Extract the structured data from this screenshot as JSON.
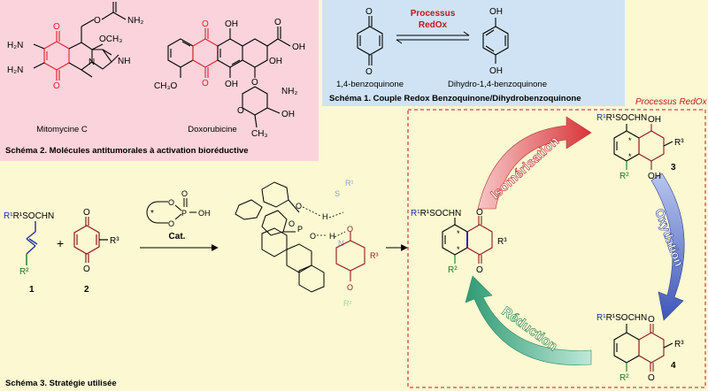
{
  "schema1": {
    "process_label_1": "Processus",
    "process_label_2": "RedOx",
    "left_name": "1,4-benzoquinone",
    "right_name": "Dihydro-1,4-benzoquinone",
    "caption": "Schéma 1. Couple Redox Benzoquinone/Dihydrobenzoquinone",
    "atoms": {
      "o": "O",
      "oh": "OH"
    }
  },
  "schema2": {
    "caption": "Schéma 2. Molécules antitumorales à activation bioréductive",
    "mitomycin": {
      "name": "Mitomycine C",
      "nh2_amide": "NH₂",
      "o": "O",
      "h2n": "H₂N",
      "och3": "OCH₃",
      "nh": "NH",
      "n": "N"
    },
    "doxorubicin": {
      "name": "Doxorubicine",
      "o": "O",
      "oh": "OH",
      "ch3o": "CH₃O",
      "nh2": "NH₂",
      "ch3": "CH₃"
    }
  },
  "schema3": {
    "caption": "Schéma 3. Stratégie utilisée",
    "reagent1": {
      "label": "R¹SOCHN",
      "r2": "R²",
      "number": "1"
    },
    "reagent2": {
      "r3": "R³",
      "o": "O",
      "number": "2"
    },
    "plus": "+",
    "catalyst": {
      "label": "Cat.",
      "o": "O",
      "p": "P",
      "oh": "OH",
      "star": "*"
    },
    "transition_state": {
      "o": "O",
      "p": "P",
      "h": "H",
      "n": "N",
      "s": "S",
      "r1": "R¹",
      "r2": "R²",
      "r3": "R³"
    },
    "cycle": {
      "title": "Processus RedOx",
      "isomerisation": "Isomérisation",
      "oxydation": "Oxydation",
      "reduction": "Réduction",
      "left_label": "R¹SOCHN",
      "top_label": "R¹SOCHN",
      "bottom_label": "R¹SOCHN",
      "oh": "OH",
      "o": "O",
      "r2": "R²",
      "r3": "R³",
      "n3": "3",
      "n4": "4",
      "star": "*"
    }
  },
  "colors": {
    "schema1_bg": "#cfe3f4",
    "schema2_bg": "#fbd3dc",
    "page_bg": "#fbf8d2",
    "red": "#c4161c",
    "dark_red": "#8c1a1a",
    "blue": "#1f2ea3",
    "green": "#1a7a1a",
    "isomerisation_arrow": "#e35b5b",
    "oxydation_arrow": "#5a72c8",
    "reduction_arrow": "#4fae8c"
  }
}
